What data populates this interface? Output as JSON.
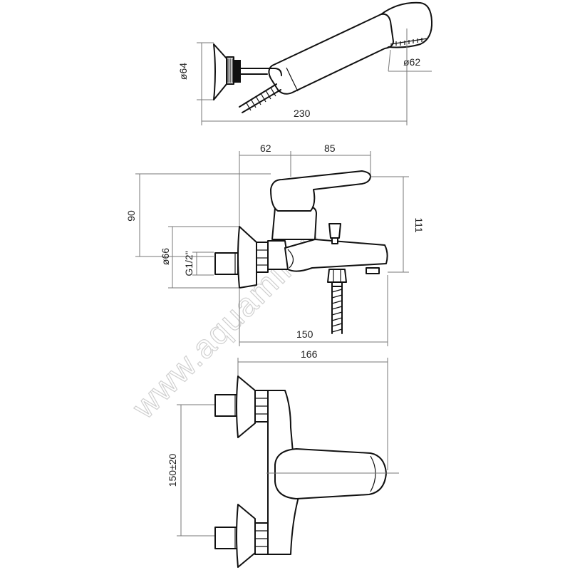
{
  "watermark": "www.aquamir.ru",
  "top_view": {
    "dims": {
      "head_diameter": "ø64",
      "spray_diameter": "ø62",
      "overall_length": "230"
    }
  },
  "side_view": {
    "dims": {
      "width_left": "62",
      "width_right": "85",
      "height_spout": "90",
      "height_total": "111",
      "flange_diameter": "ø66",
      "thread": "G1/2\"",
      "length_bottom": "150"
    }
  },
  "front_view": {
    "dims": {
      "overall_width": "166",
      "inlet_spacing": "150±20"
    }
  }
}
